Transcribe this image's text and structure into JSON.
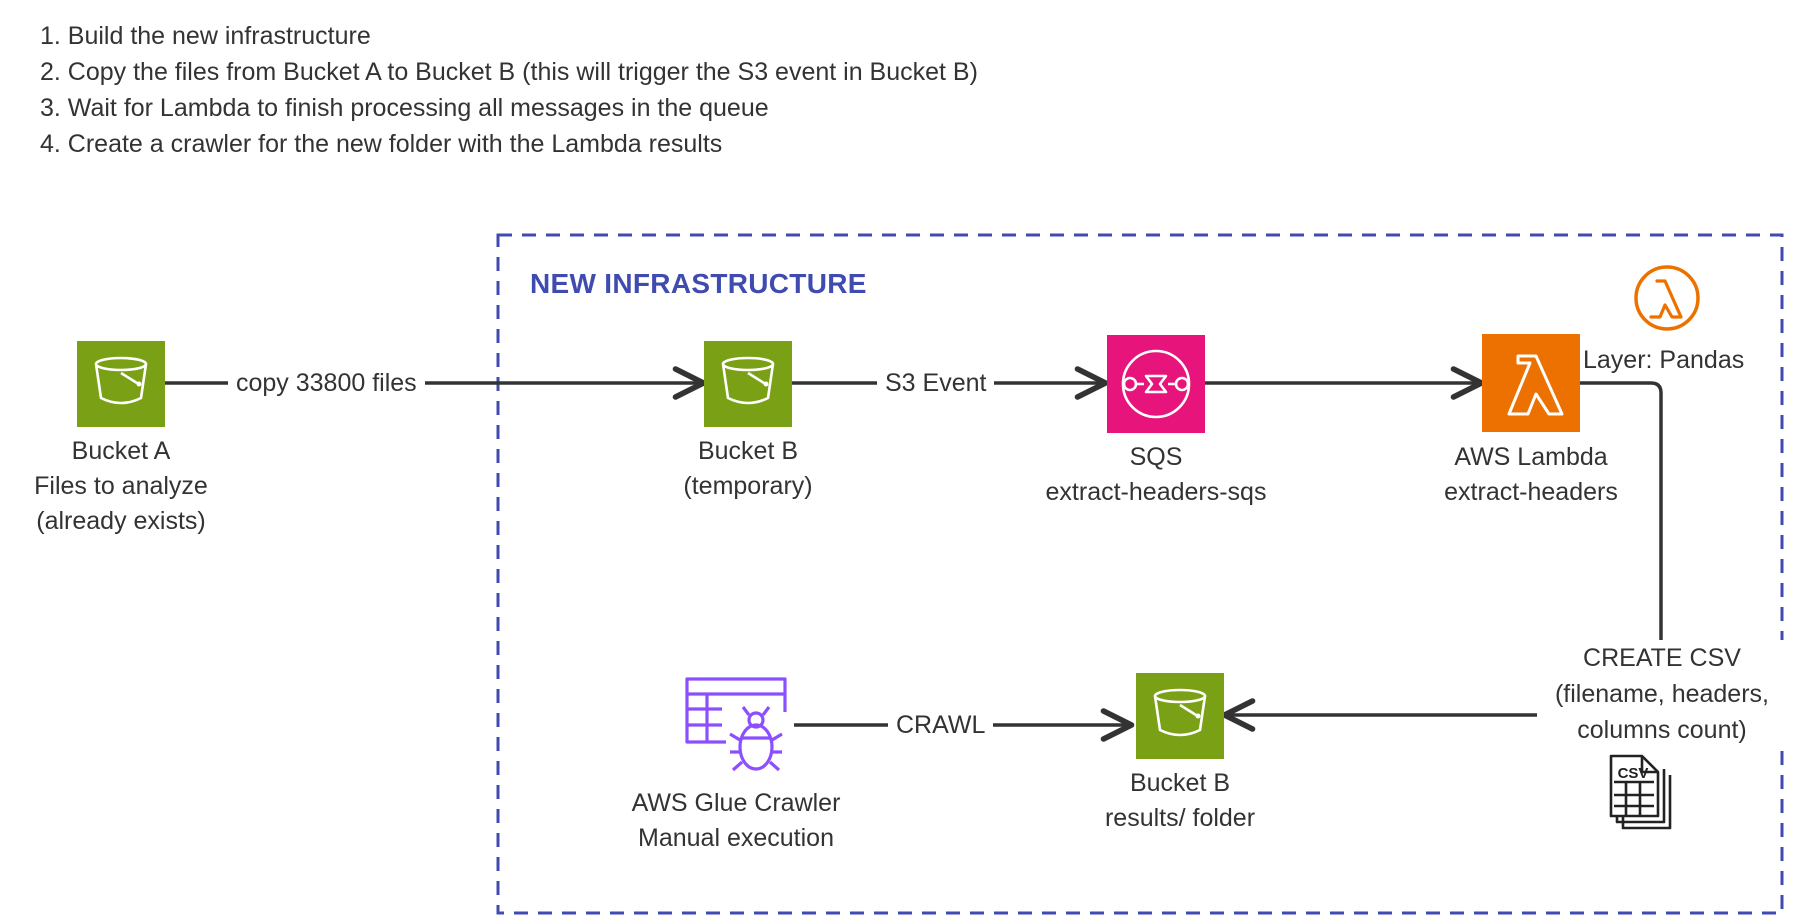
{
  "steps": [
    "1. Build the new infrastructure",
    "2. Copy the files from Bucket A to Bucket B (this will trigger the S3 event in Bucket B)",
    "3. Wait for Lambda to finish processing all messages in the queue",
    "4. Create a crawler for the new folder with the Lambda results"
  ],
  "infrastructure": {
    "title": "NEW INFRASTRUCTURE"
  },
  "nodes": {
    "bucket_a": {
      "icon": "s3-bucket-icon",
      "lines": [
        "Bucket A",
        "Files to analyze",
        "(already exists)"
      ]
    },
    "bucket_b_temp": {
      "icon": "s3-bucket-icon",
      "lines": [
        "Bucket B",
        "(temporary)"
      ]
    },
    "sqs": {
      "icon": "sqs-queue-icon",
      "lines": [
        "SQS",
        "extract-headers-sqs"
      ]
    },
    "lambda": {
      "icon": "lambda-icon",
      "lines": [
        "AWS Lambda",
        "extract-headers"
      ],
      "layer_label": "Layer: Pandas"
    },
    "bucket_b_results": {
      "icon": "s3-bucket-icon",
      "lines": [
        "Bucket B",
        "results/ folder"
      ]
    },
    "glue": {
      "icon": "glue-crawler-icon",
      "lines": [
        "AWS Glue Crawler",
        "Manual execution"
      ]
    }
  },
  "edges": {
    "copy": "copy 33800 files",
    "s3_event": "S3 Event",
    "create_csv": [
      "CREATE CSV",
      "(filename, headers,",
      "columns count)"
    ],
    "crawl": "CRAWL"
  },
  "icons": {
    "layer": "lambda-layer-icon",
    "csv": "csv-file-icon"
  },
  "colors": {
    "s3": "#7aa116",
    "sqs": "#e7157b",
    "lambda": "#ed7100",
    "glue": "#8c4fff",
    "infra_border": "#3f4bb0",
    "arrow": "#333333"
  }
}
